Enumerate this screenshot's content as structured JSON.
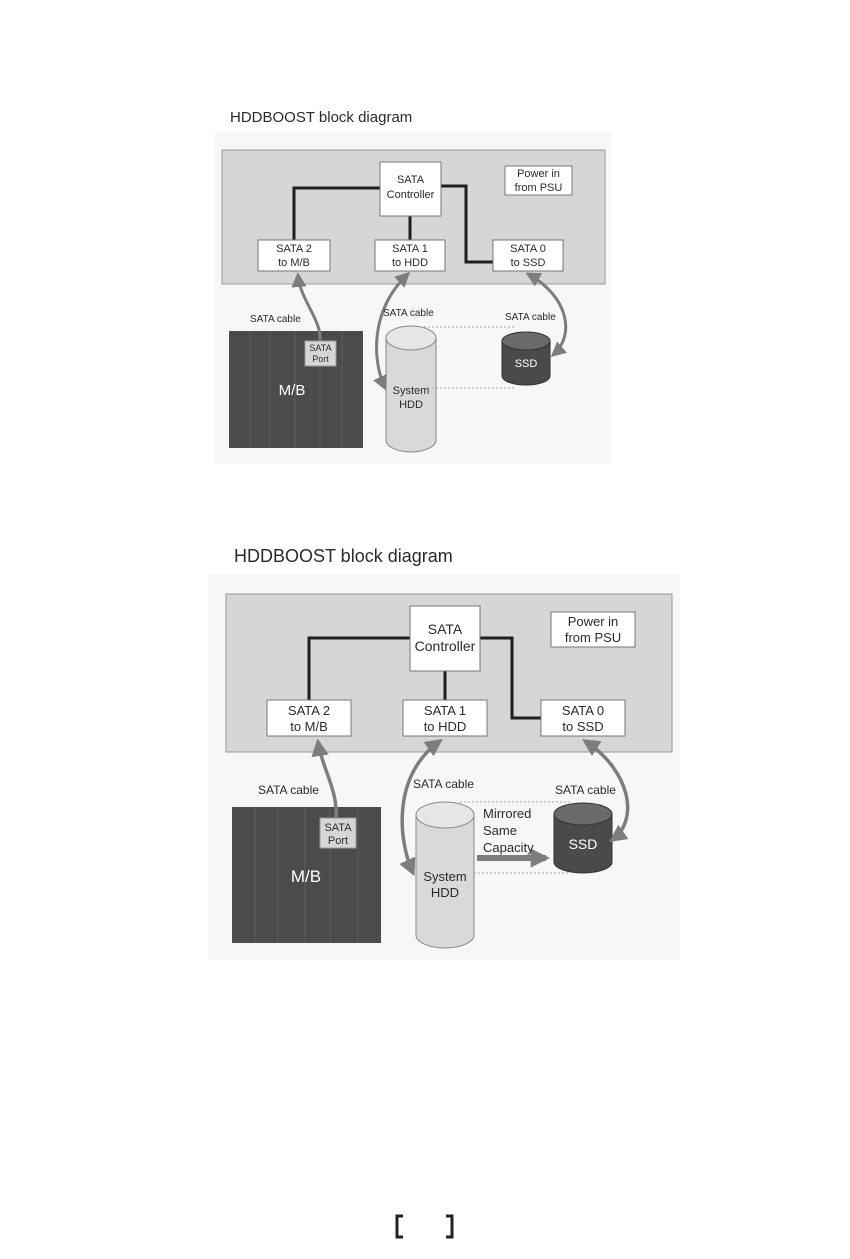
{
  "diagrams": [
    {
      "title": "HDDBOOST block diagram",
      "controller": [
        "SATA",
        "Controller"
      ],
      "power": [
        "Power in",
        "from PSU"
      ],
      "ports": {
        "sata2": [
          "SATA 2",
          "to M/B"
        ],
        "sata1": [
          "SATA 1",
          "to HDD"
        ],
        "sata0": [
          "SATA 0",
          "to SSD"
        ]
      },
      "cable_labels": [
        "SATA cable",
        "SATA cable",
        "SATA cable"
      ],
      "mb_label": "M/B",
      "mb_port": [
        "SATA",
        "Port"
      ],
      "hdd_label": [
        "System",
        "HDD"
      ],
      "ssd_label": "SSD"
    },
    {
      "title": "HDDBOOST block diagram",
      "controller": [
        "SATA",
        "Controller"
      ],
      "power": [
        "Power in",
        "from PSU"
      ],
      "ports": {
        "sata2": [
          "SATA 2",
          "to M/B"
        ],
        "sata1": [
          "SATA 1",
          "to HDD"
        ],
        "sata0": [
          "SATA 0",
          "to SSD"
        ]
      },
      "cable_labels": [
        "SATA cable",
        "SATA cable",
        "SATA cable"
      ],
      "mb_label": "M/B",
      "mb_port": [
        "SATA",
        "Port"
      ],
      "hdd_label": [
        "System",
        "HDD"
      ],
      "ssd_label": "SSD",
      "mirror_label": [
        "Mirrored",
        "Same",
        "Capacity"
      ]
    }
  ],
  "colors": {
    "panel": "#d6d6d6",
    "wire": "#1e1e1e",
    "cable": "#7d7d7d",
    "motherboard": "#4b4b4b",
    "hdd": "#d9d9d9",
    "ssd": "#4a4a4a"
  }
}
